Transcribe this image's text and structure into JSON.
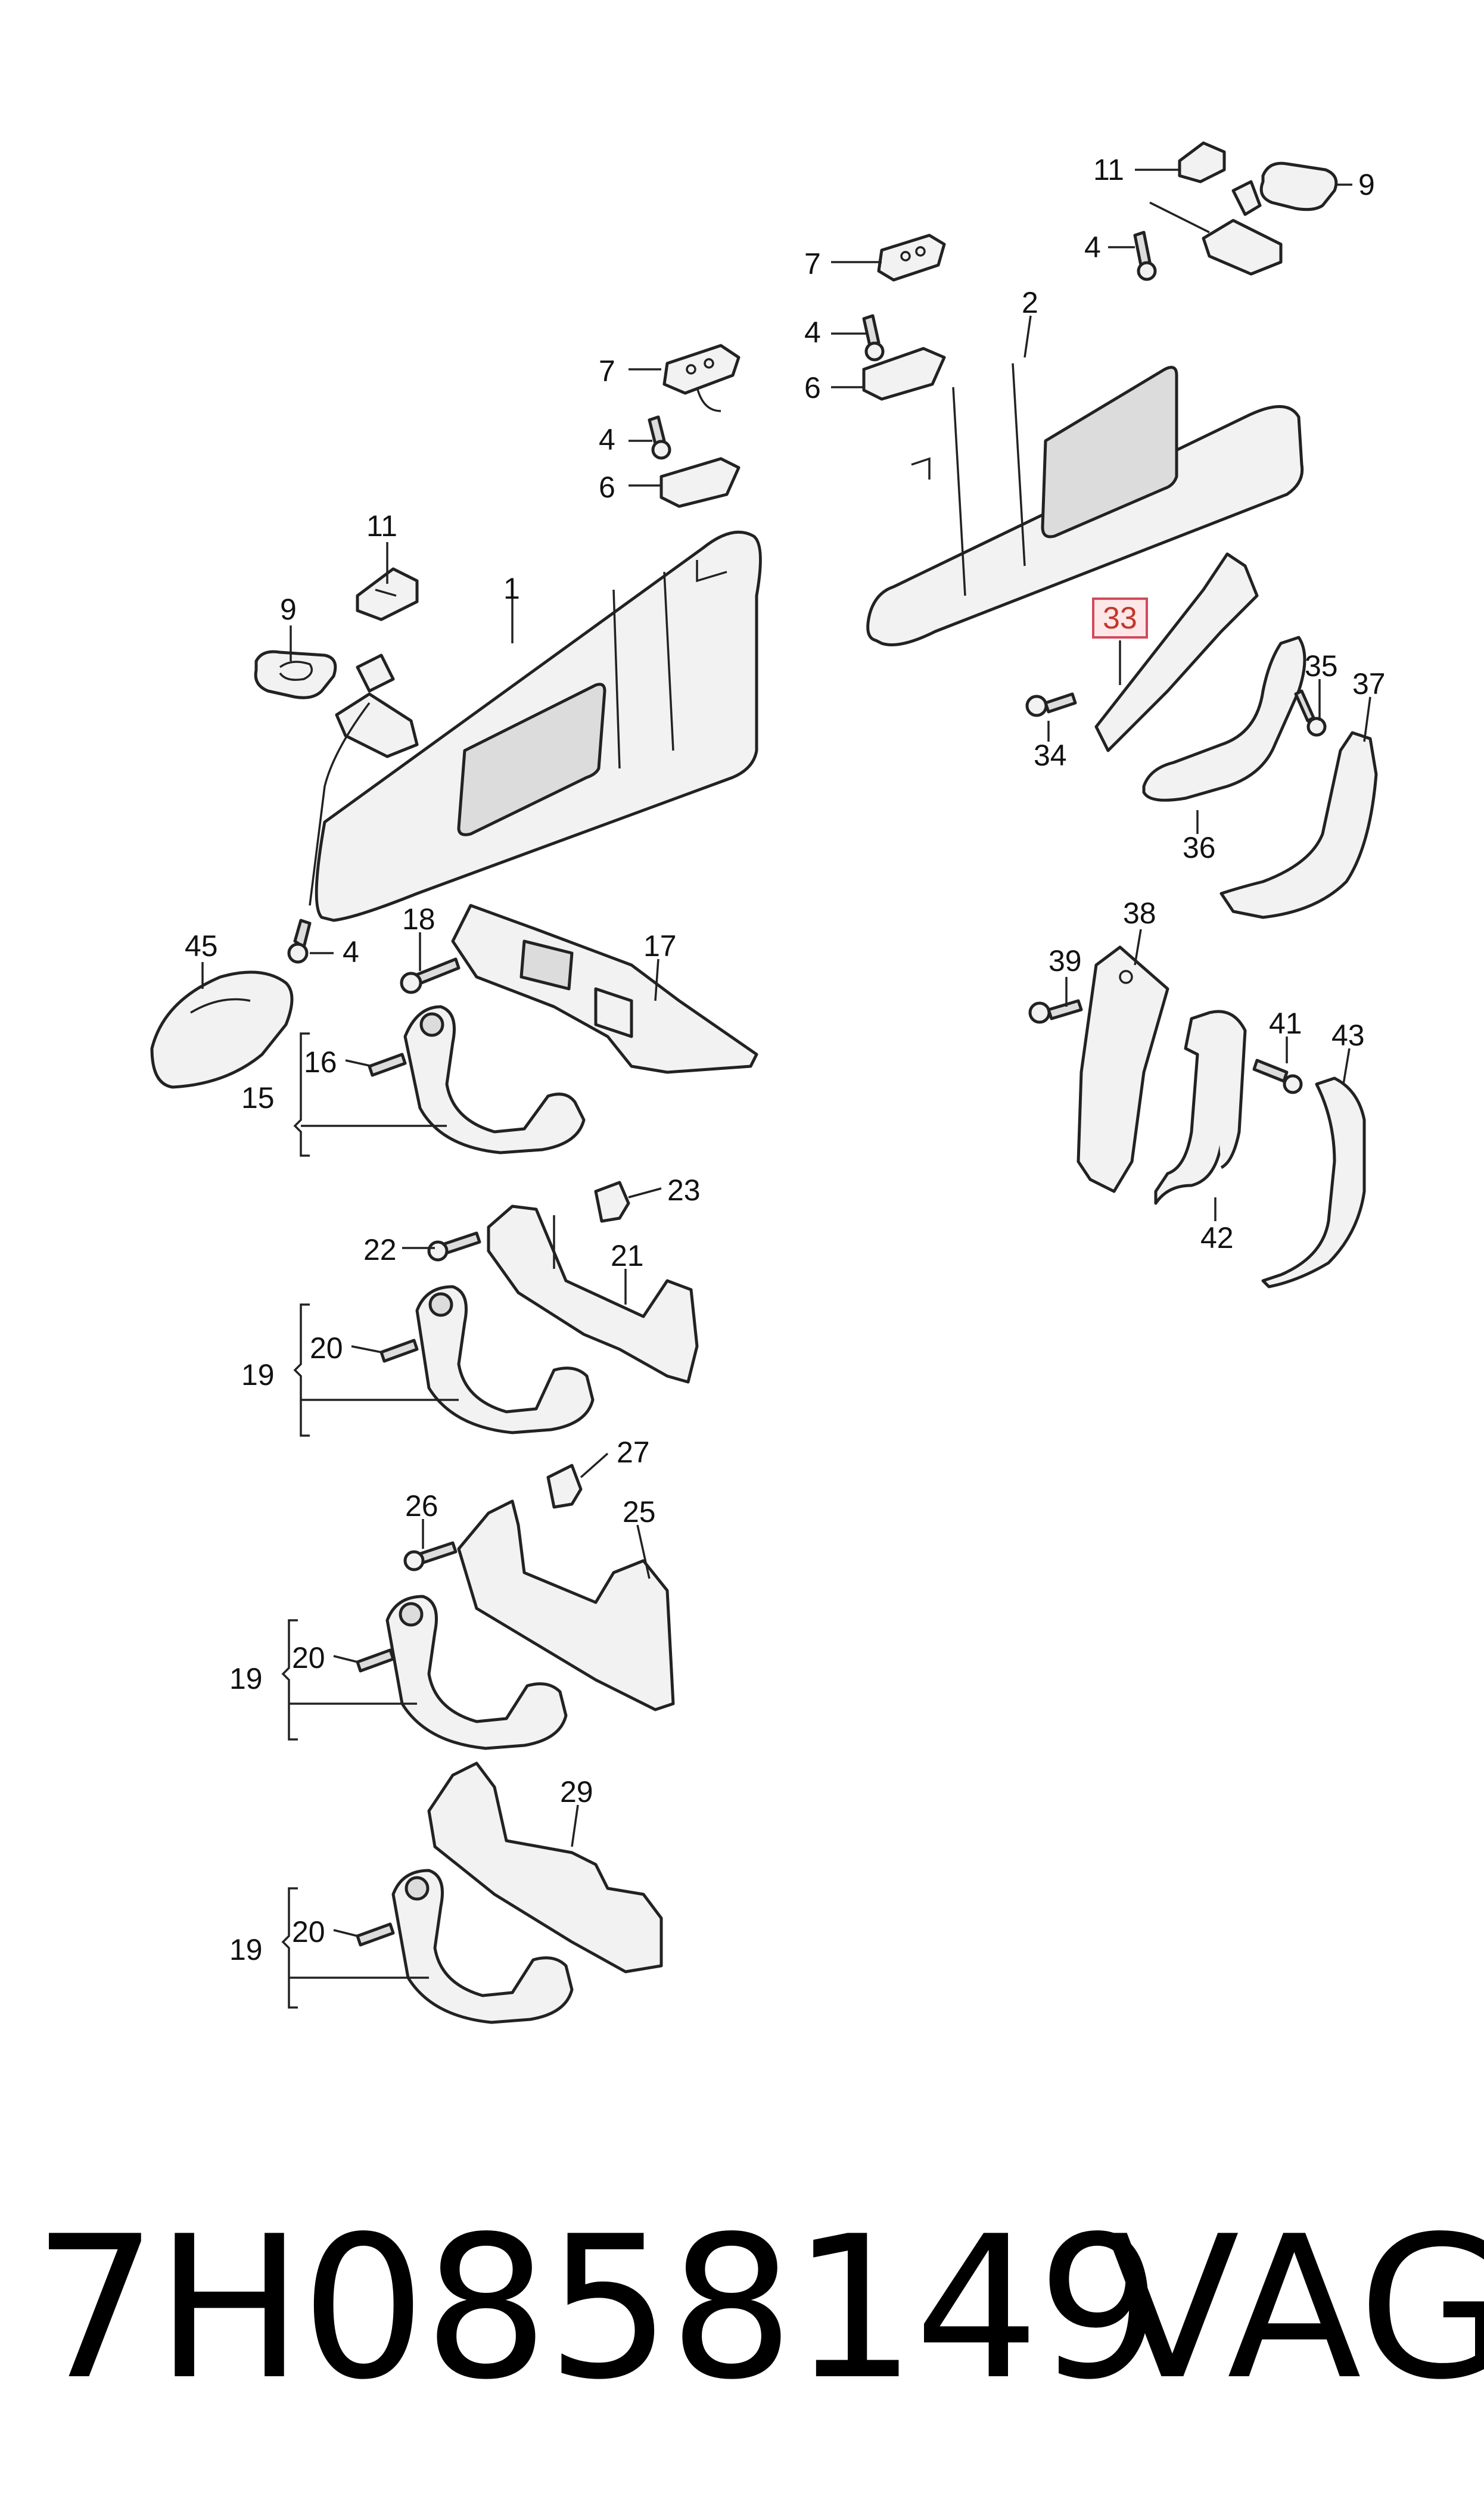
{
  "footer": {
    "part_number": "7H0858149",
    "brand": "VAG"
  },
  "highlighted_callout": "33",
  "callouts": {
    "c1": "1",
    "c2": "2",
    "c4a": "4",
    "c4b": "4",
    "c4c": "4",
    "c4d": "4",
    "c6a": "6",
    "c6b": "6",
    "c7a": "7",
    "c7b": "7",
    "c9a": "9",
    "c9b": "9",
    "c11a": "11",
    "c11b": "11",
    "c15": "15",
    "c16": "16",
    "c17": "17",
    "c18": "18",
    "c19a": "19",
    "c19b": "19",
    "c19c": "19",
    "c20a": "20",
    "c20b": "20",
    "c20c": "20",
    "c21": "21",
    "c22": "22",
    "c23": "23",
    "c25": "25",
    "c26": "26",
    "c27": "27",
    "c29": "29",
    "c33": "33",
    "c34": "34",
    "c35": "35",
    "c36": "36",
    "c37": "37",
    "c38": "38",
    "c39": "39",
    "c41": "41",
    "c42": "42",
    "c43": "43",
    "c45": "45"
  }
}
